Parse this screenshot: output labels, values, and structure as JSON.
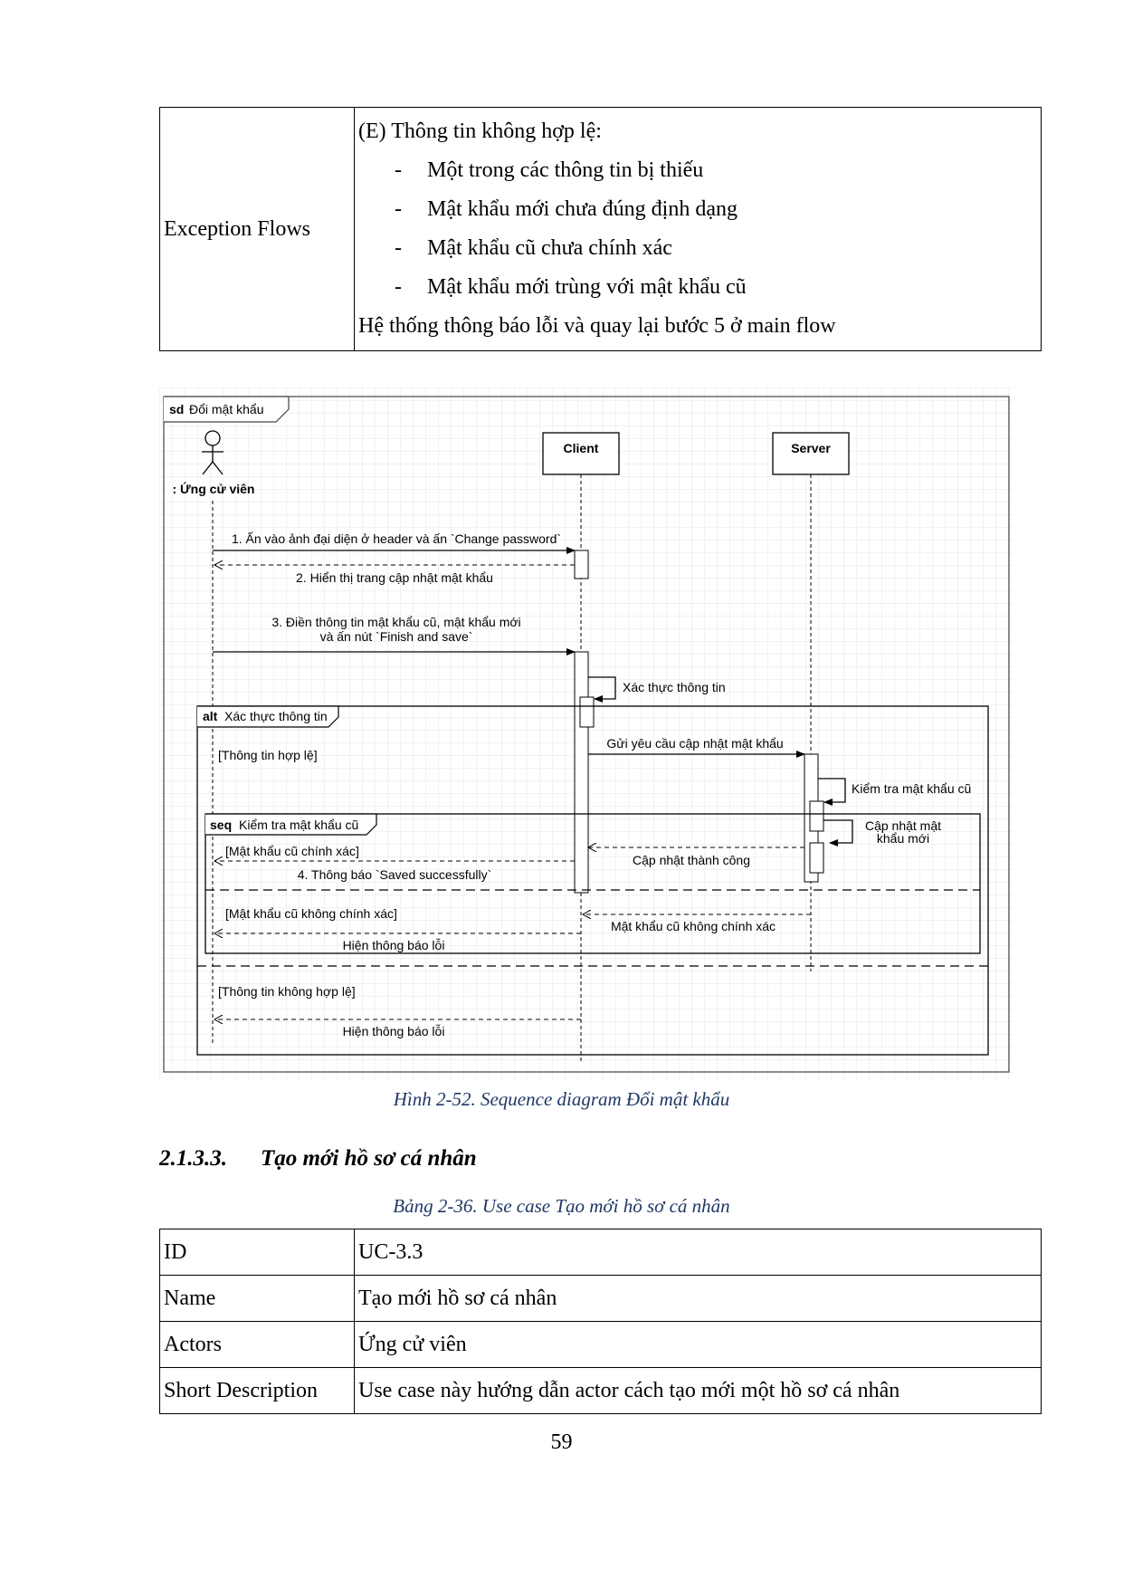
{
  "exception_table": {
    "label": "Exception Flows",
    "heading": "(E) Thông tin không hợp lệ:",
    "bullets": [
      "Một trong các thông tin bị thiếu",
      "Mật khẩu mới chưa đúng định dạng",
      "Mật khẩu cũ chưa chính xác",
      "Mật khẩu mới trùng với mật khẩu cũ"
    ],
    "bullet_dash": "-",
    "closing": "Hệ thống thông báo lỗi và quay lại bước 5 ở main flow"
  },
  "diagram": {
    "frame_keyword": "sd",
    "frame_title": "Đổi mật khẩu",
    "actor_label": ": Ứng cử viên",
    "client_label": "Client",
    "server_label": "Server",
    "msg1": "1. Ấn vào ảnh đại diện ở header và ấn `Change password`",
    "msg2": "2. Hiển thị trang cập nhật mật khẩu",
    "msg3_line1": "3. Điền thông tin mật khẩu cũ, mật khẩu mới",
    "msg3_line2": "và ấn nút `Finish and save`",
    "self_validate": "Xác thực thông tin",
    "alt_keyword": "alt",
    "alt_title": "Xác thực thông tin",
    "guard_valid": "[Thông tin hợp lệ]",
    "msg_send_update": "Gửi yêu cầu cập nhật mật khẩu",
    "self_check_old": "Kiểm tra mật khẩu cũ",
    "self_update_line1": "Cập nhật mật",
    "self_update_line2": "khẩu mới",
    "seq_keyword": "seq",
    "seq_title": "Kiểm tra mật khẩu cũ",
    "guard_old_correct": "[Mật khẩu cũ chính xác]",
    "msg_update_success": "Cập nhật thành công",
    "msg4": "4. Thông báo `Saved successfully`",
    "guard_old_incorrect": "[Mật khẩu cũ không chính xác]",
    "msg_old_incorrect": "Mật khẩu cũ không chính xác",
    "msg_show_error": "Hiện thông báo lỗi",
    "guard_invalid": "[Thông tin không hợp lệ]",
    "msg_show_error2": "Hiện thông báo lỗi"
  },
  "figure_caption": "Hình 2-52. Sequence diagram Đổi mật khẩu",
  "section": {
    "number": "2.1.3.3.",
    "title": "Tạo mới hồ sơ cá nhân"
  },
  "table_caption": "Bảng 2-36. Use case Tạo mới hồ sơ cá nhân",
  "usecase_table": {
    "rows": [
      {
        "label": "ID",
        "value": "UC-3.3"
      },
      {
        "label": "Name",
        "value": "Tạo mới hồ sơ cá nhân"
      },
      {
        "label": "Actors",
        "value": "Ứng cử viên"
      },
      {
        "label": "Short Description",
        "value": "Use case này hướng dẫn actor cách tạo mới một hồ sơ cá nhân"
      }
    ]
  },
  "page_number": "59"
}
